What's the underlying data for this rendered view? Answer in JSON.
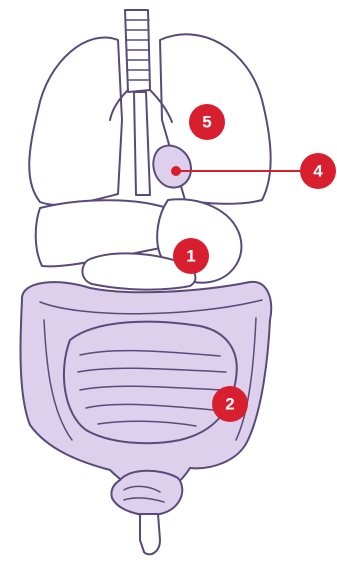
{
  "diagram": {
    "colors": {
      "accent": "#d81f2f",
      "outline": "#5a4a7a",
      "highlight": "#dcd0ec",
      "background": "#ffffff"
    },
    "markers": [
      {
        "id": "marker-1",
        "label": "1"
      },
      {
        "id": "marker-2",
        "label": "2"
      },
      {
        "id": "marker-4",
        "label": "4"
      },
      {
        "id": "marker-5",
        "label": "5"
      }
    ]
  }
}
